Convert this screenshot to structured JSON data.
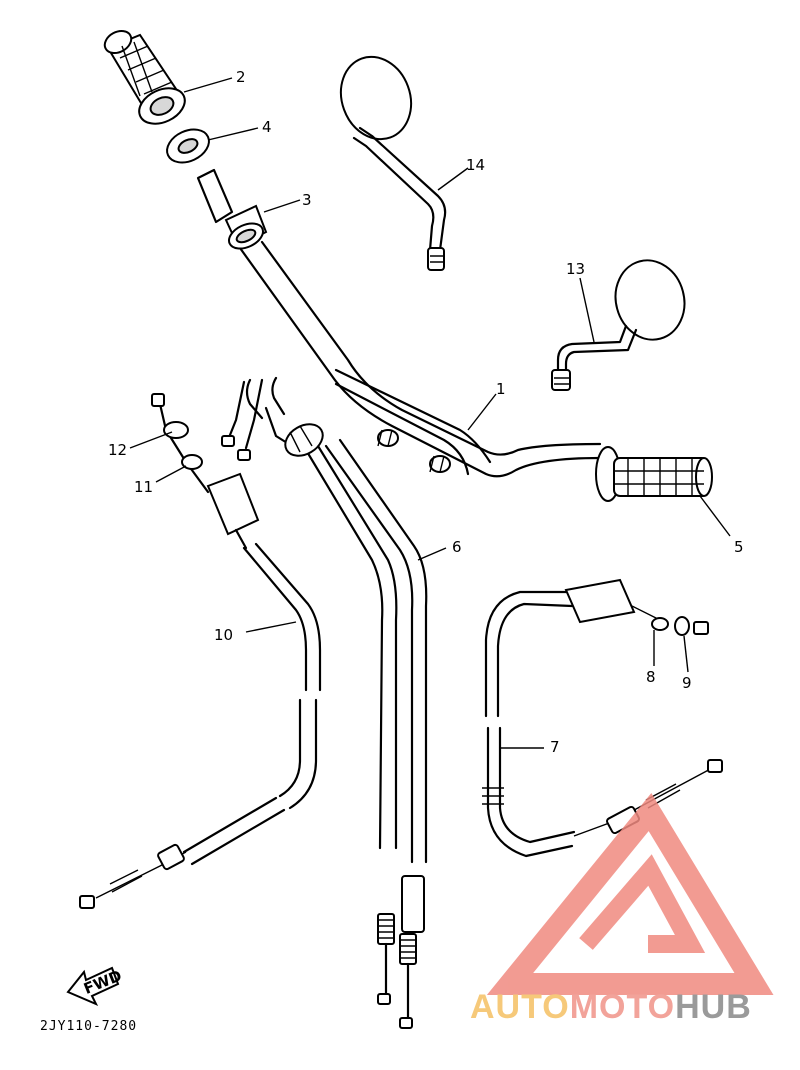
{
  "callouts": {
    "c1": "1",
    "c2": "2",
    "c3": "3",
    "c4": "4",
    "c5": "5",
    "c6": "6",
    "c7": "7",
    "c8": "8",
    "c9": "9",
    "c10": "10",
    "c11": "11",
    "c12": "12",
    "c13": "13",
    "c14": "14"
  },
  "direction_label": "FWD",
  "diagram_code": "2JY110-7280",
  "watermark": {
    "part1": "AUTO",
    "part2": "MOTO",
    "part3": "HUB",
    "color1": "#f6c97a",
    "color2": "#f2a39a",
    "color3": "#9a9a9a",
    "logo_color": "#f08a80"
  }
}
